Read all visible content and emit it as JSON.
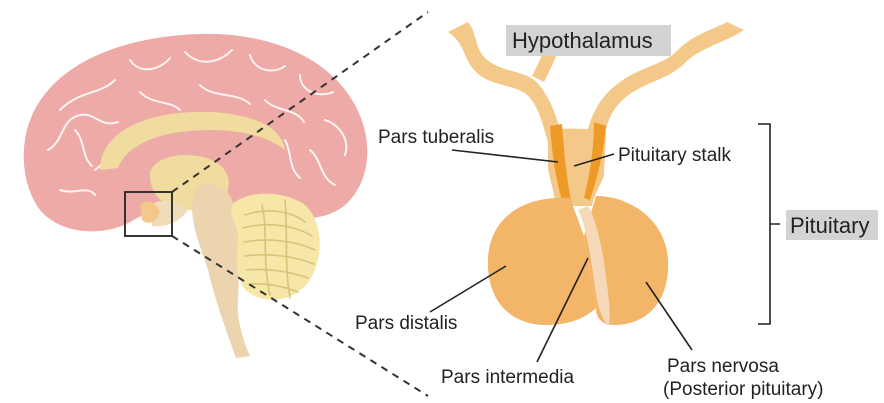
{
  "labels": {
    "hypothalamus": "Hypothalamus",
    "pars_tuberalis": "Pars tuberalis",
    "pituitary_stalk": "Pituitary stalk",
    "pituitary": "Pituitary",
    "pars_distalis": "Pars distalis",
    "pars_intermedia": "Pars intermedia",
    "pars_nervosa": "Pars nervosa",
    "posterior_pituitary": "(Posterior pituitary)"
  },
  "colors": {
    "cortex": "#eeaaa7",
    "corpus_callosum": "#f1dca0",
    "brainstem": "#ecd5ae",
    "cerebellum": "#f6e7a8",
    "pituitary_body": "#f3b567",
    "pars_tuberalis": "#ee9a26",
    "pars_intermedia": "#f5d9b8",
    "label_box": "#d3d3d3"
  }
}
